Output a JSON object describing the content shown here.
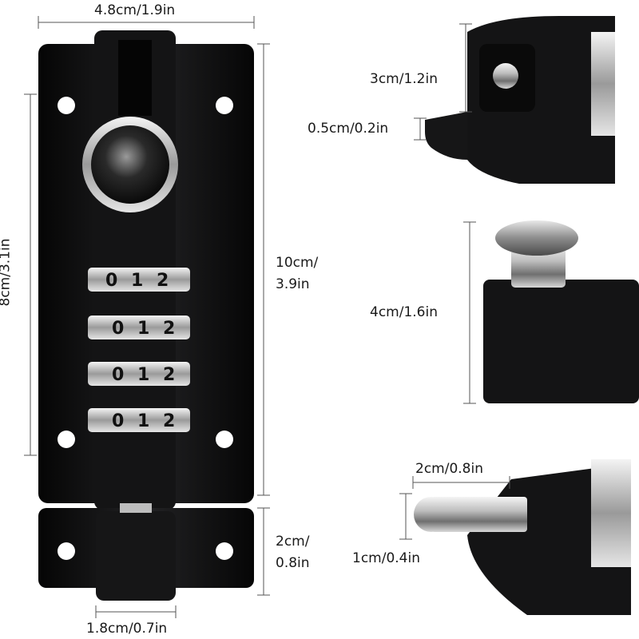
{
  "main_lock": {
    "width_label": "4.8cm/1.9in",
    "hole_spacing_label": "8cm/3.1in",
    "height_label_line1": "10cm/",
    "height_label_line2": "3.9in",
    "keeper_height_line1": "2cm/",
    "keeper_height_line2": "0.8in",
    "bolt_width_label": "1.8cm/0.7in",
    "dials": [
      [
        "0",
        "1",
        "2"
      ],
      [
        "0",
        "1",
        "2"
      ],
      [
        "0",
        "1",
        "2"
      ],
      [
        "0",
        "1",
        "2"
      ]
    ]
  },
  "detail_top": {
    "height_label": "3cm/1.2in",
    "base_label": "0.5cm/0.2in"
  },
  "detail_middle": {
    "height_label": "4cm/1.6in"
  },
  "detail_bottom": {
    "pin_length_label": "2cm/0.8in",
    "pin_diameter_label": "1cm/0.4in"
  },
  "colors": {
    "body": "#0f0f10",
    "chrome": "#d9d9d9",
    "dimension_line": "#555555"
  }
}
